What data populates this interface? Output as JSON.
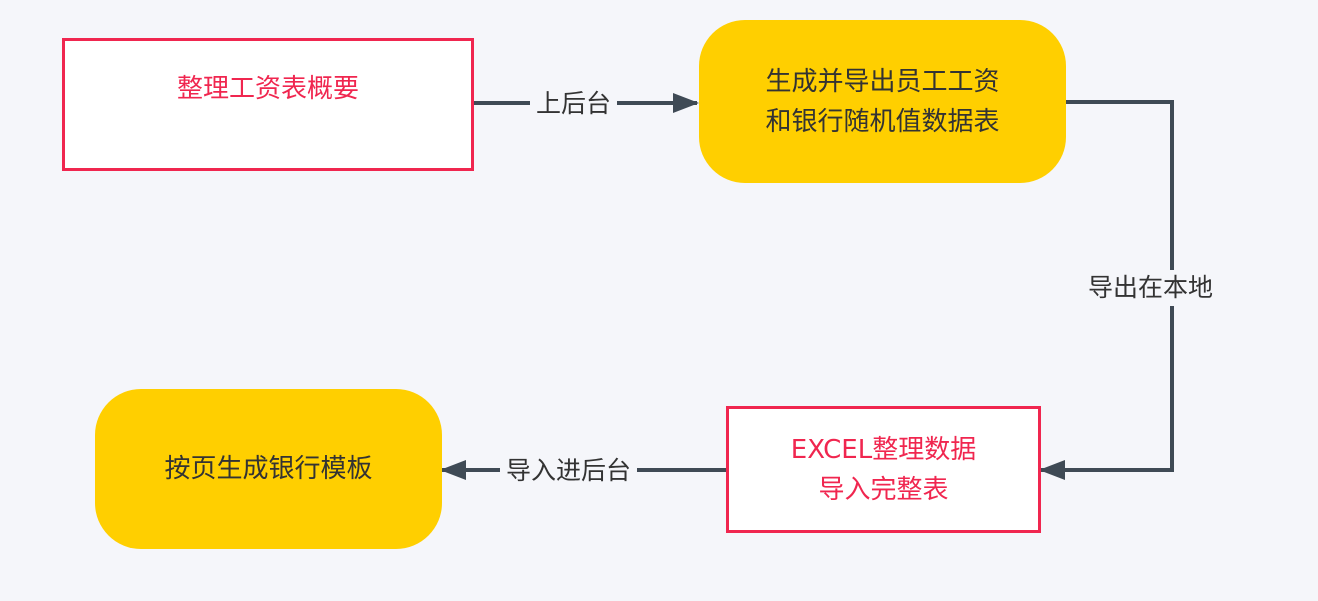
{
  "nodes": {
    "summary": {
      "line1": "整理工资表概要",
      "line2": ""
    },
    "generate": {
      "line1": "生成并导出员工工资",
      "line2": "和银行随机值数据表"
    },
    "excel": {
      "line1": "EXCEL整理数据",
      "line2": "导入完整表"
    },
    "template": {
      "line1": "按页生成银行模板",
      "line2": ""
    }
  },
  "edges": {
    "upload": "上后台",
    "export": "导出在本地",
    "import": "导入进后台"
  },
  "colors": {
    "background": "#f5f6fa",
    "red_node_border": "#f0264f",
    "red_node_text": "#f0264f",
    "yellow_node_fill": "#ffcf00",
    "connector": "#3f4a55"
  }
}
